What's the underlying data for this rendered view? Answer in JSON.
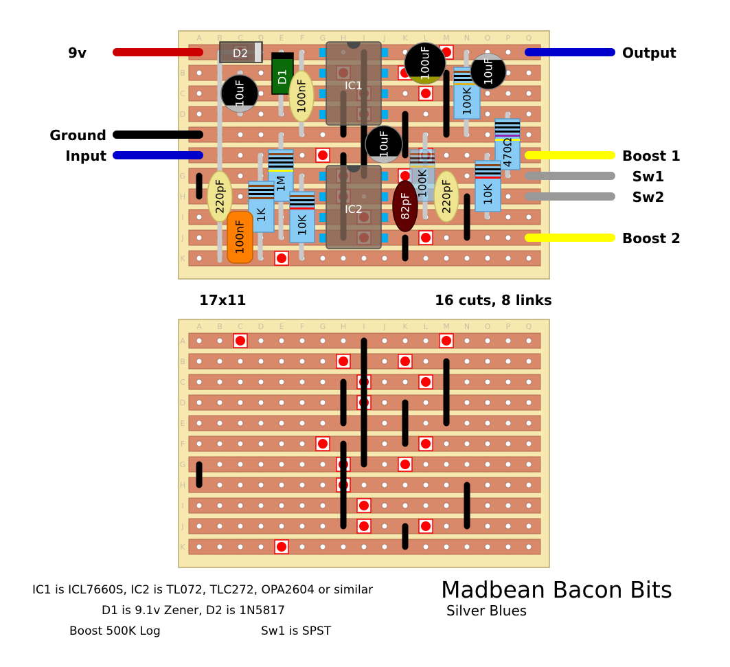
{
  "columns": [
    "A",
    "B",
    "C",
    "D",
    "E",
    "F",
    "G",
    "H",
    "I",
    "J",
    "K",
    "L",
    "M",
    "N",
    "O",
    "P",
    "Q"
  ],
  "rows": [
    "A",
    "B",
    "C",
    "D",
    "E",
    "F",
    "G",
    "H",
    "I",
    "J",
    "K"
  ],
  "wires": {
    "left": [
      {
        "label": "9v",
        "row": "A",
        "color": "#cc0000"
      },
      {
        "label": "Ground",
        "row": "E",
        "color": "#000000"
      },
      {
        "label": "Input",
        "row": "F",
        "color": "#0000cc"
      }
    ],
    "right": [
      {
        "label": "Output",
        "row": "A",
        "color": "#0000cc"
      },
      {
        "label": "Boost 1",
        "row": "F",
        "color": "#ffff00"
      },
      {
        "label": "Sw1",
        "row": "G",
        "color": "#999999"
      },
      {
        "label": "Sw2",
        "row": "H",
        "color": "#999999"
      },
      {
        "label": "Boost 2",
        "row": "J",
        "color": "#ffff00"
      }
    ]
  },
  "cuts": [
    [
      "A",
      "C"
    ],
    [
      "A",
      "M"
    ],
    [
      "B",
      "H"
    ],
    [
      "B",
      "K"
    ],
    [
      "C",
      "I"
    ],
    [
      "C",
      "L"
    ],
    [
      "D",
      "I"
    ],
    [
      "F",
      "G"
    ],
    [
      "F",
      "L"
    ],
    [
      "G",
      "H"
    ],
    [
      "G",
      "K"
    ],
    [
      "H",
      "H"
    ],
    [
      "I",
      "I"
    ],
    [
      "J",
      "I"
    ],
    [
      "J",
      "L"
    ],
    [
      "K",
      "E"
    ]
  ],
  "links": [
    [
      "I",
      "A",
      "G"
    ],
    [
      "M",
      "B",
      "E"
    ],
    [
      "H",
      "C",
      "E"
    ],
    [
      "K",
      "D",
      "F"
    ],
    [
      "H",
      "F",
      "J"
    ],
    [
      "A",
      "G",
      "H"
    ],
    [
      "N",
      "H",
      "J"
    ],
    [
      "K",
      "J",
      "K"
    ]
  ],
  "components": {
    "d2": "D2",
    "d1": "D1",
    "c_10uf_a": "10uF",
    "c_100nf_a": "100nF",
    "ic1": "IC1",
    "c_100uf": "100uF",
    "c_10uf_b": "10uF",
    "r_100k_a": "100K",
    "r_470": "470Ω",
    "c_10uf_c": "10uF",
    "r_1m": "1M",
    "r_1k": "1K",
    "r_10k_a": "10K",
    "c_220pf_a": "220pF",
    "c_100nf_b": "100nF",
    "ic2": "IC2",
    "c_82pf": "82pF",
    "r_100k_b": "100K",
    "c_220pf_b": "220pF",
    "r_10k_b": "10K"
  },
  "board_size": "17x11",
  "summary": "16 cuts, 8 links",
  "notes": {
    "line1": "IC1 is ICL7660S, IC2 is TL072, TLC272, OPA2604 or similar",
    "line2": "D1 is 9.1v Zener, D2 is 1N5817",
    "line3": "Boost 500K Log",
    "line4": "Sw1 is SPST"
  },
  "title": "Madbean Bacon Bits",
  "subtitle": "Silver Blues",
  "colors": {
    "board": "#f7e8b0",
    "strip": "#d9896a",
    "cut": "#ff0000",
    "link": "#000000"
  }
}
